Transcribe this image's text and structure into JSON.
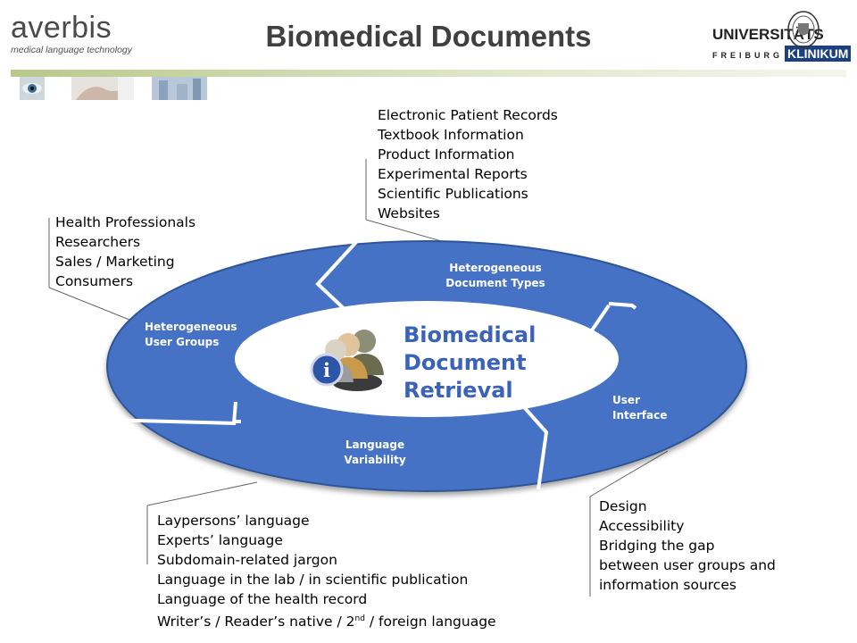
{
  "header": {
    "title": "Biomedical Documents",
    "logo_left_word": "averbis",
    "logo_left_tagline": "medical language technology",
    "logo_right_line1": "UNIVERSITÄTS",
    "logo_right_line2a": "FREIBURG",
    "logo_right_line2b": "KLINIKUM"
  },
  "diagram": {
    "center_title_lines": [
      "Biomedical",
      "Document",
      "Retrieval"
    ],
    "segments": {
      "document_types": "Heterogeneous Document Types",
      "user_groups": "Heterogeneous User Groups",
      "user_interface": "User Interface",
      "language_variability": "Language Variability"
    }
  },
  "callouts": {
    "document_types_items": [
      "Electronic Patient Records",
      "Textbook Information",
      "Product Information",
      "Experimental Reports",
      "Scientific Publications",
      "Websites"
    ],
    "user_groups_items": [
      "Health Professionals",
      "Researchers",
      "Sales / Marketing",
      "Consumers"
    ],
    "language_items": [
      "Laypersons’ language",
      "Experts’ language",
      "Subdomain-related jargon",
      "Language in the lab / in scientific publication",
      "Language of the health record"
    ],
    "language_last_prefix": "Writer’s / Reader’s native / 2",
    "language_last_sup": "nd",
    "language_last_suffix": " / foreign language",
    "interface_items": [
      "Design",
      "Accessibility",
      "Bridging the gap",
      "between user groups and",
      "information sources"
    ]
  },
  "colors": {
    "ring_blue": "#4472c4",
    "ring_edge": "#2f5597",
    "center_text": "#3a62b8",
    "header_rule": "#b8c98b"
  },
  "icons": [
    "eye-photo",
    "hands-photo",
    "lab-photo",
    "users-info-icon",
    "university-seal-icon"
  ]
}
